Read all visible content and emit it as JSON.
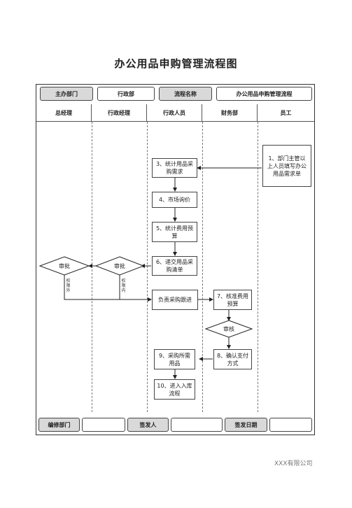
{
  "title": "办公用品申购管理流程图",
  "header": {
    "dept_label": "主办部门",
    "dept_value": "行政部",
    "process_label": "流程名称",
    "process_value": "办公用品申购管理流程"
  },
  "lanes": [
    "总经理",
    "行政经理",
    "行政人员",
    "财务部",
    "员工"
  ],
  "steps": {
    "s1": "1、部门主管以上人员填写办公用品需求单",
    "s3": "3、统计用品采购需求",
    "s4": "4、市场询价",
    "s5": "5、统计费用预算",
    "s6": "6、递交用品采购清单",
    "follow": "负责采购跟进",
    "s7": "7、核准费用预算",
    "s8": "8、确认支付方式",
    "s9": "9、采购所需用品",
    "s10": "10、进入入库流程"
  },
  "decisions": {
    "gm": "审批",
    "am": "审批",
    "fin": "审核"
  },
  "notes": {
    "out_of_authority": "权限外",
    "within_authority": "权限内"
  },
  "footer_row": {
    "editor_label": "编修部门",
    "editor_value": "",
    "signer_label": "签发人",
    "signer_value": "",
    "date_label": "签发日期",
    "date_value": ""
  },
  "watermark": "XXX有限公司"
}
